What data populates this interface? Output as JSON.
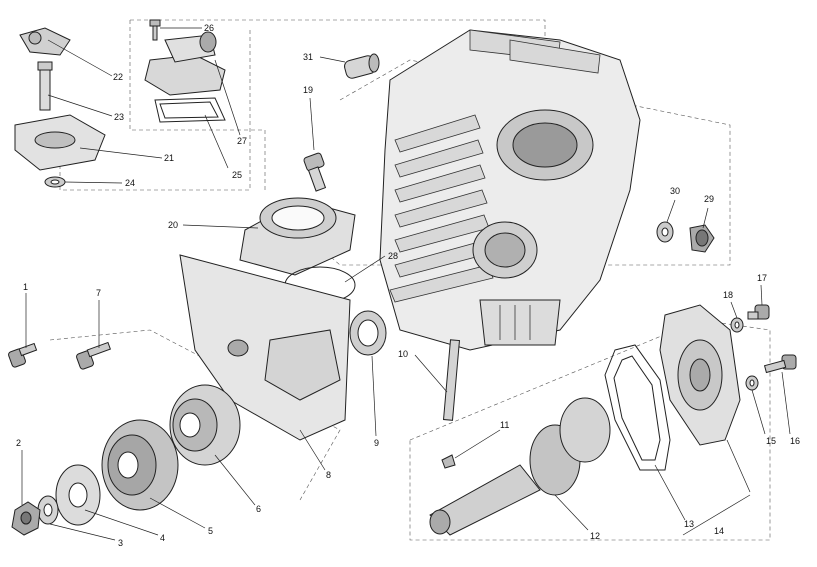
{
  "callouts": [
    {
      "id": "c1",
      "text": "1"
    },
    {
      "id": "c2",
      "text": "2"
    },
    {
      "id": "c3",
      "text": "3"
    },
    {
      "id": "c4",
      "text": "4"
    },
    {
      "id": "c5",
      "text": "5"
    },
    {
      "id": "c6",
      "text": "6"
    },
    {
      "id": "c7",
      "text": "7"
    },
    {
      "id": "c8",
      "text": "8"
    },
    {
      "id": "c9",
      "text": "9"
    },
    {
      "id": "c10",
      "text": "10"
    },
    {
      "id": "c11",
      "text": "11"
    },
    {
      "id": "c12",
      "text": "12"
    },
    {
      "id": "c13",
      "text": "13"
    },
    {
      "id": "c14",
      "text": "14"
    },
    {
      "id": "c15",
      "text": "15"
    },
    {
      "id": "c16",
      "text": "16"
    },
    {
      "id": "c17",
      "text": "17"
    },
    {
      "id": "c18",
      "text": "18"
    },
    {
      "id": "c19",
      "text": "19"
    },
    {
      "id": "c20",
      "text": "20"
    },
    {
      "id": "c21",
      "text": "21"
    },
    {
      "id": "c22",
      "text": "22"
    },
    {
      "id": "c23",
      "text": "23"
    },
    {
      "id": "c24",
      "text": "24"
    },
    {
      "id": "c25",
      "text": "25"
    },
    {
      "id": "c26",
      "text": "26"
    },
    {
      "id": "c27",
      "text": "27"
    },
    {
      "id": "c28",
      "text": "28"
    },
    {
      "id": "c29",
      "text": "29"
    },
    {
      "id": "c30",
      "text": "30"
    },
    {
      "id": "c31",
      "text": "31"
    }
  ],
  "colors": {
    "line": "#222222",
    "fill_light": "#e6e6e6",
    "fill_mid": "#cfcfcf",
    "fill_dark": "#a8a8a8",
    "background": "#ffffff"
  }
}
